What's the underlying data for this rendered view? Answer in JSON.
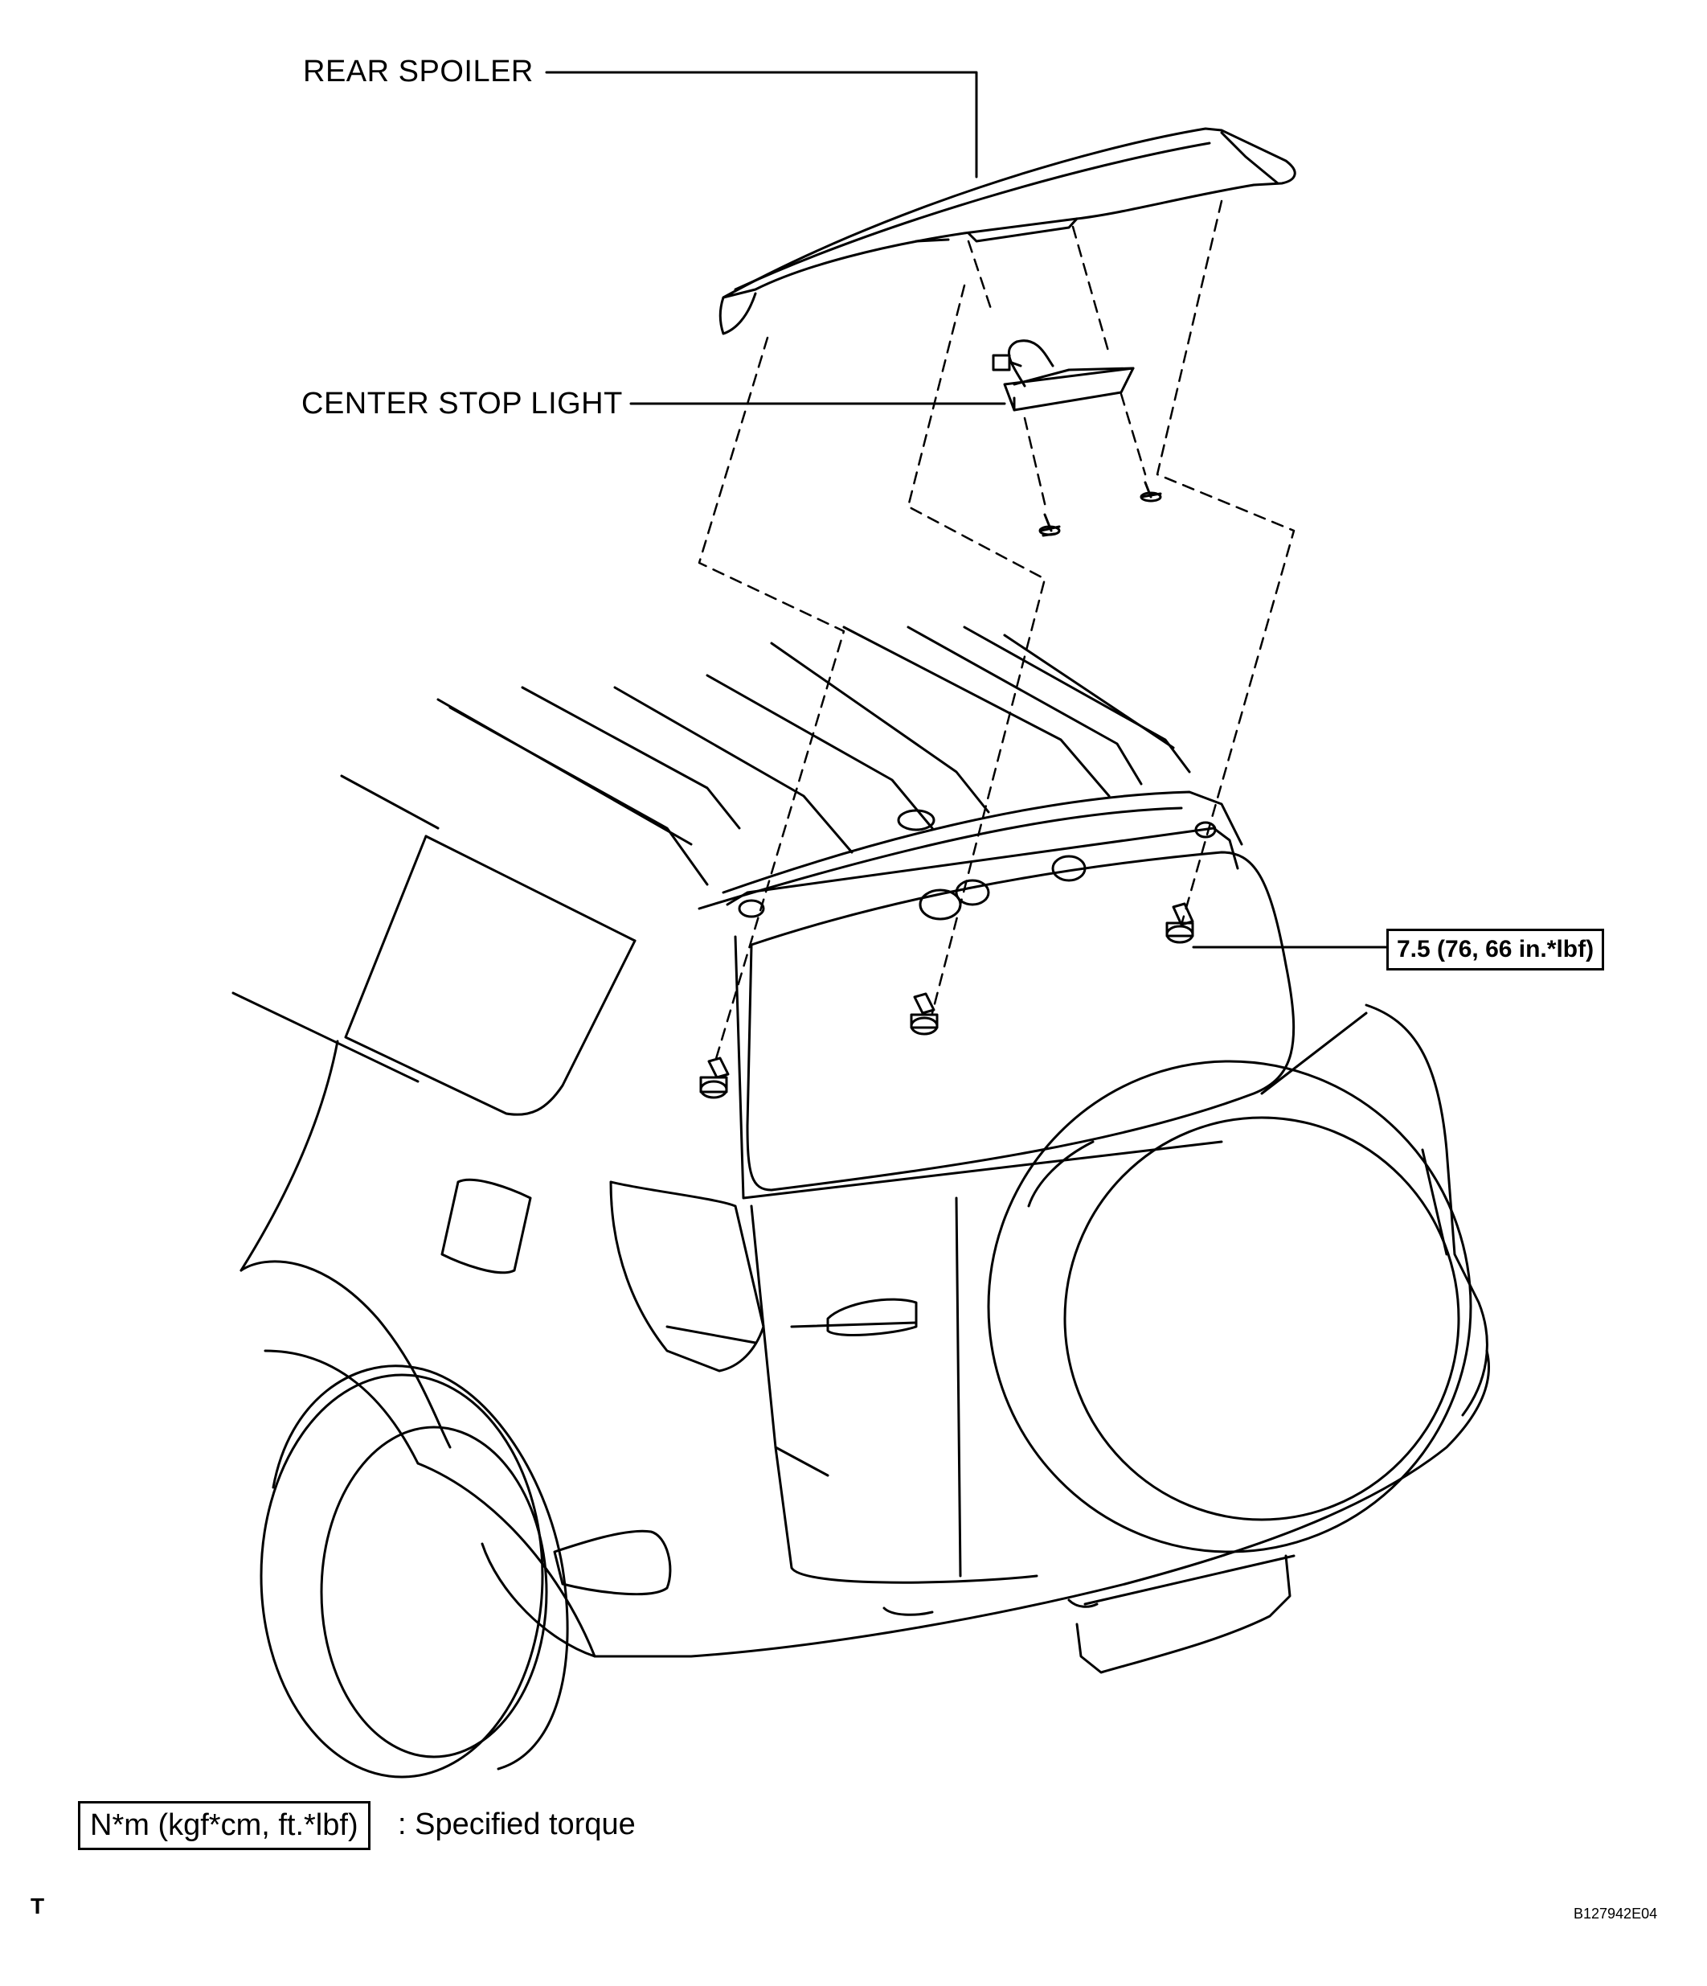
{
  "labels": {
    "rear_spoiler": "REAR SPOILER",
    "center_stop_light": "CENTER STOP LIGHT",
    "torque_value": "7.5 (76, 66 in.*lbf)"
  },
  "legend": {
    "unit_box": "N*m (kgf*cm, ft.*lbf)",
    "description": ": Specified torque"
  },
  "footer": {
    "corner_mark": "T",
    "figure_code": "B127942E04"
  },
  "colors": {
    "line": "#000000",
    "background": "#ffffff"
  }
}
